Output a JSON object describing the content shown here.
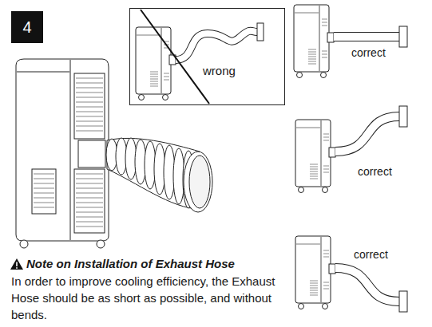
{
  "diagram": {
    "nodes": [
      {
        "text": [
          "4"
        ]
      },
      {
        "text": [
          "wrong"
        ]
      }
    ],
    "labels": [
      "correct",
      "correct",
      "correct",
      "Note on Installation of Exhaust Hose",
      "In order to improve cooling efficiency, the Exhaust Hose should be as short as possible, and without bends."
    ]
  }
}
